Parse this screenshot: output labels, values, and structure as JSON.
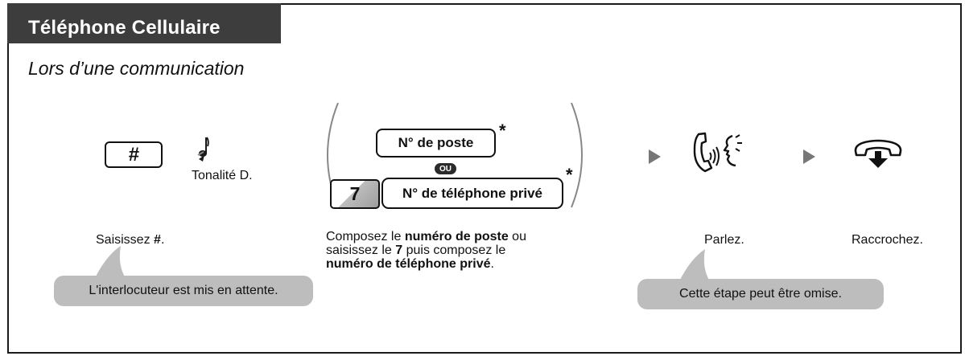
{
  "header": {
    "title": "Téléphone Cellulaire"
  },
  "subtitle": "Lors d’une communication",
  "step_hash": {
    "key_label": "#",
    "caption_prefix": "Saisissez ",
    "caption_bold": "#",
    "caption_suffix": "."
  },
  "step_tone": {
    "icon": "music-note-icon",
    "label": "Tonalité D."
  },
  "step_dial": {
    "extension_key": "N° de poste",
    "extension_star": "*",
    "or_badge": "OU",
    "seven_key": "7",
    "private_key": "N° de téléphone privé",
    "private_star": "*",
    "caption": {
      "t1": "Composez le ",
      "b1": "numéro de poste",
      "t2": " ou",
      "t3": "saisissez le ",
      "b2": "7",
      "t4": " puis composez le",
      "b3": "numéro de téléphone privé",
      "t5": "."
    }
  },
  "step_talk": {
    "icon": "talk-icon",
    "caption": "Parlez."
  },
  "step_hangup": {
    "icon": "hang-up-icon",
    "caption": "Raccrochez."
  },
  "notes": {
    "hold": "L'interlocuteur est mis en attente.",
    "optional": "Cette étape peut être omise."
  },
  "colors": {
    "title_bg": "#3d3d3d",
    "bubble_bg": "#bdbdbd",
    "arrow": "#777777"
  }
}
